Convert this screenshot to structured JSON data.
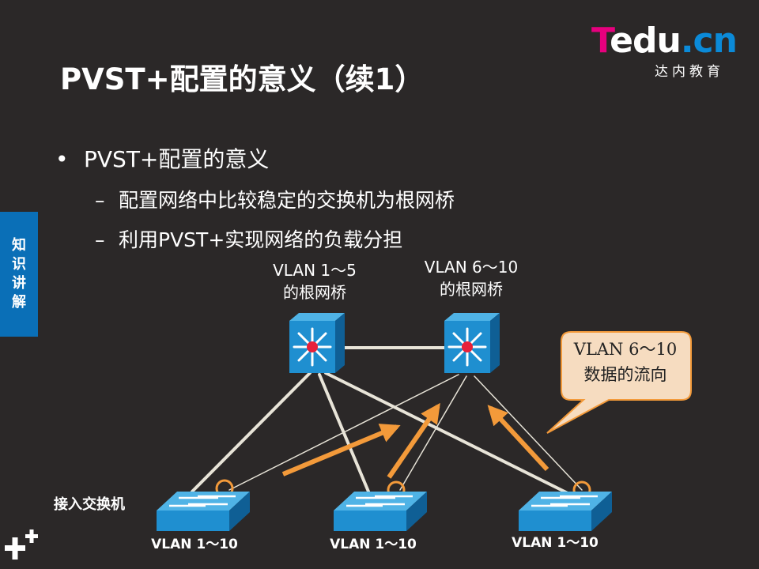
{
  "logo": {
    "brand_part1": "T",
    "brand_part2": "edu",
    "brand_part3": ".cn",
    "subtitle": "达内教育"
  },
  "title": "PVST+配置的意义（续1）",
  "bullets": {
    "main": "PVST+配置的意义",
    "sub": [
      "配置网络中比较稳定的交换机为根网桥",
      "利用PVST+实现网络的负载分担"
    ]
  },
  "side_tab": {
    "label_chars": [
      "知",
      "识",
      "讲",
      "解"
    ]
  },
  "diagram": {
    "root_labels": [
      {
        "line1": "VLAN 1～5",
        "line2": "的根网桥"
      },
      {
        "line1": "VLAN 6～10",
        "line2": "的根网桥"
      }
    ],
    "callout": {
      "line1": "VLAN 6～10",
      "line2": "数据的流向"
    },
    "access_label": "接入交换机",
    "access_switches": [
      {
        "label": "VLAN 1～10"
      },
      {
        "label": "VLAN 1～10"
      },
      {
        "label": "VLAN 1～10"
      }
    ]
  },
  "colors": {
    "background": "#2b2828",
    "switch_blue": "#1f8fd0",
    "arrow_orange": "#f39a3a",
    "side_tab": "#0a6fb7",
    "callout_fill": "#f6dcc0"
  },
  "icons": [
    "bullet-dot-icon",
    "dash-icon",
    "multilayer-switch-icon",
    "workgroup-switch-icon",
    "blocked-port-icon",
    "plus-icon"
  ]
}
